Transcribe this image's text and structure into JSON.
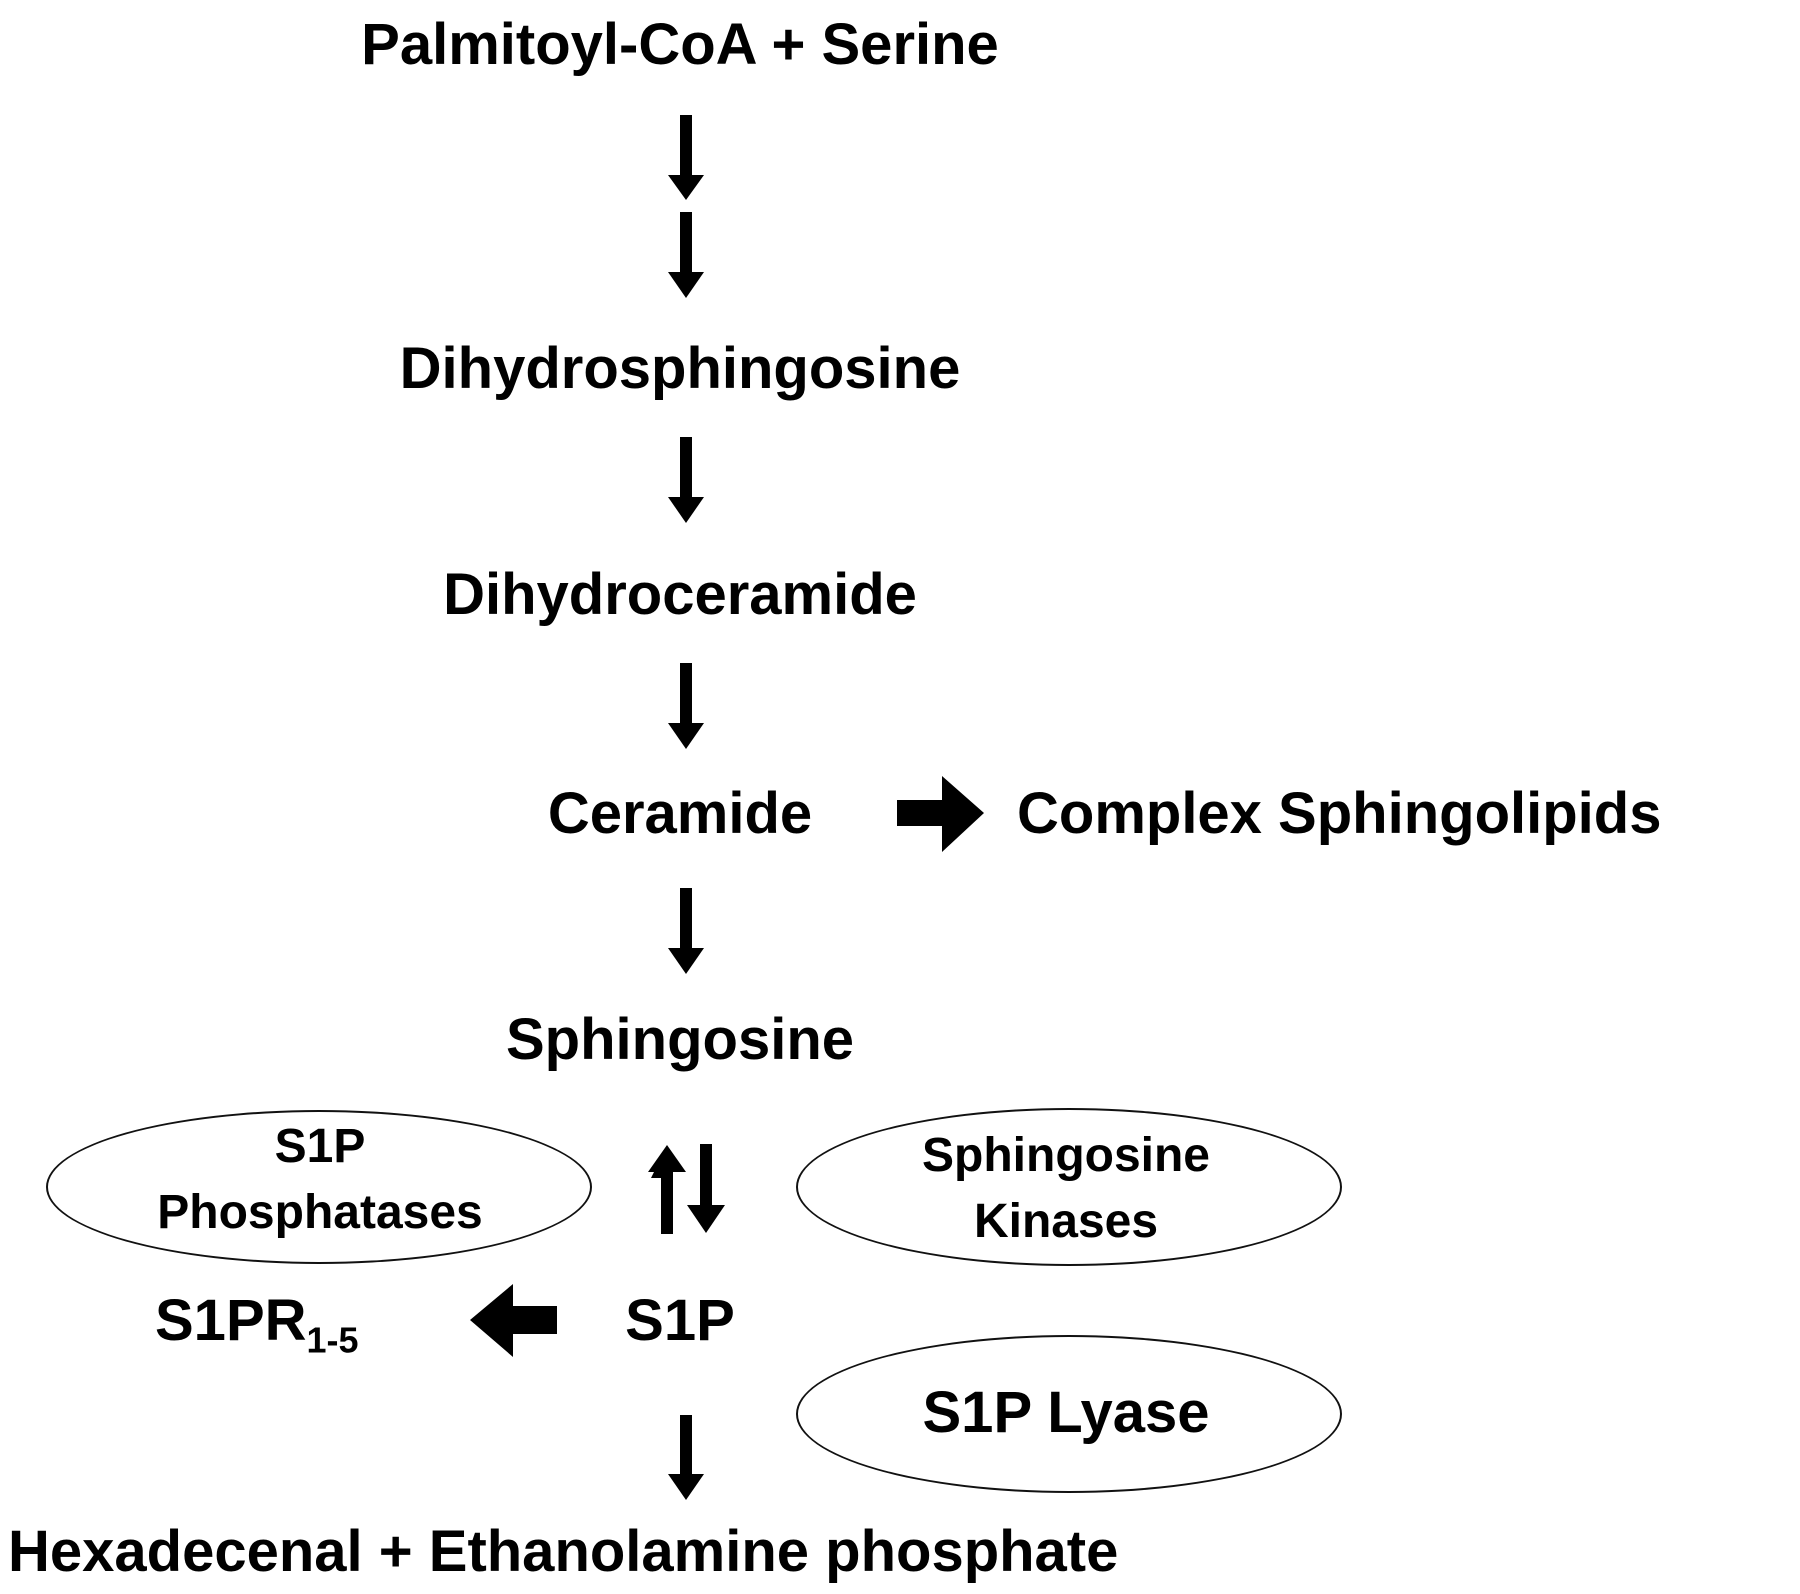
{
  "nodes": {
    "palmitoyl_serine": "Palmitoyl-CoA + Serine",
    "dihydrosphingosine": "Dihydrosphingosine",
    "dihydroceramide": "Dihydroceramide",
    "ceramide": "Ceramide",
    "complex_sphingolipids": "Complex Sphingolipids",
    "sphingosine": "Sphingosine",
    "s1p": "S1P",
    "s1pr_base": "S1PR",
    "s1pr_sub": "1-5",
    "products": "Hexadecenal + Ethanolamine phosphate"
  },
  "enzymes": {
    "s1p_phosphatases_line1": "S1P",
    "s1p_phosphatases_line2": "Phosphatases",
    "sphingosine_kinases_line1": "Sphingosine",
    "sphingosine_kinases_line2": "Kinases",
    "s1p_lyase": "S1P Lyase"
  },
  "colors": {
    "ink": "#000000",
    "background": "#ffffff"
  }
}
